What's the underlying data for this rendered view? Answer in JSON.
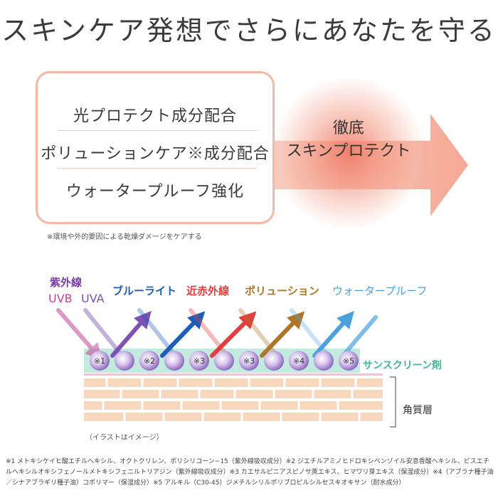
{
  "title": "スキンケア発想でさらにあなたを守る",
  "features": [
    "光プロテクト成分配合",
    "ポリューションケア※成分配合",
    "ウォータープルーフ強化"
  ],
  "feature_note": "※環境や外的要因による乾燥ダメージをケアする",
  "protect": {
    "line1": "徹底",
    "line2": "スキンプロテクト"
  },
  "labels": {
    "uv": "紫外線",
    "uvb": "UVB",
    "uva": "UVA",
    "blue_light": "ブルーライト",
    "near_infrared": "近赤外線",
    "pollution": "ポリューション",
    "waterproof": "ウォータープルーフ"
  },
  "markers": [
    "※1",
    "※2",
    "※3",
    "※3",
    "※4",
    "※5"
  ],
  "sunscreen_label": "サンスクリーン剤",
  "stratum_label": "角質層",
  "illustration_note": "（イラストはイメージ）",
  "footnotes": "※1 メトキシケイヒ酸エチルヘキシル、オクトクリレン、ポリシリコーン−15（紫外線吸収成分）※2 ジエチルアミノヒドロキシベンゾイル安息香酸ヘキシル、ビスエチルヘキシルオキシフェノールメトキシフェニルトリアジン（紫外線吸収成分）※3 カエサルピニアスピノサ莢エキス、ヒマワリ芽エキス（保湿成分）※4（アブラナ種子油／シナアブラギリ種子油）コポリマー（保湿成分）※5 アルキル（C30-45）ジメチルシリルポリプロピルシルセスキオキサン（耐水成分）",
  "colors": {
    "accent_border": "#f4b9a3",
    "arrow": "#f3a893",
    "sunscreen": "#bfe8dc",
    "stratum": "#f6d7b9",
    "uvb": "#c24497",
    "uva": "#7d52b4",
    "blue_light": "#1e5db8",
    "near_infrared": "#e33d3d",
    "pollution": "#b07628",
    "waterproof": "#4aa1de"
  }
}
